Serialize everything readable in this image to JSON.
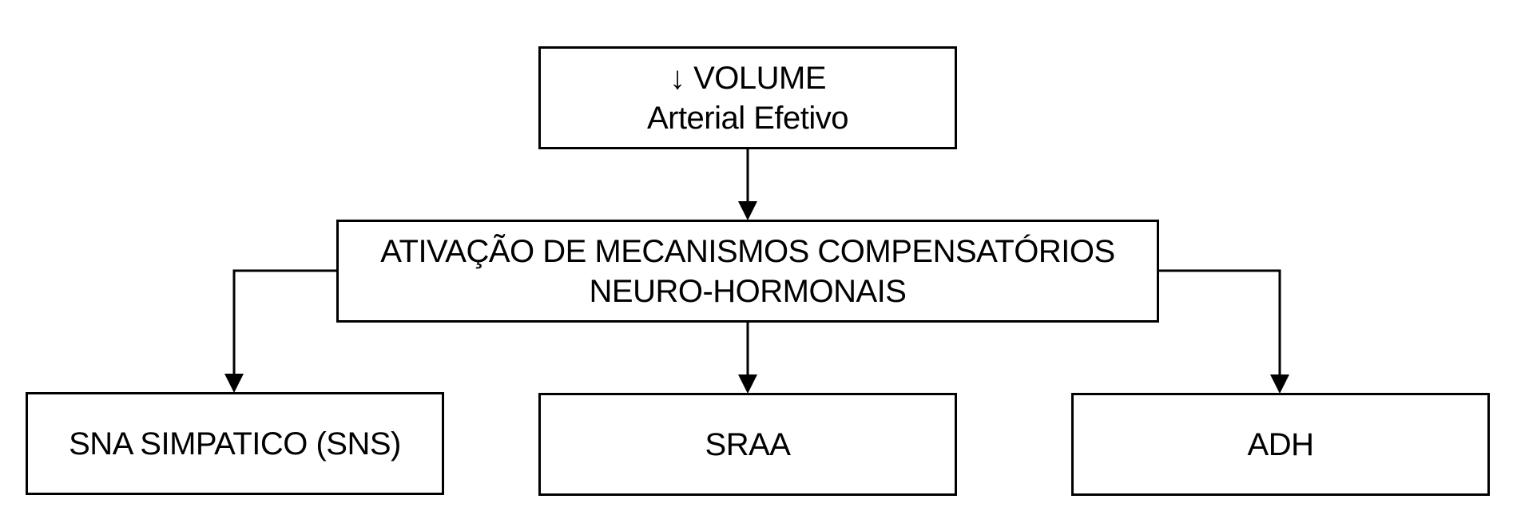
{
  "diagram": {
    "nodes": {
      "top": {
        "line1": "↓ VOLUME",
        "line2": "Arterial Efetivo"
      },
      "mid": {
        "line1": "ATIVAÇÃO DE MECANISMOS COMPENSATÓRIOS",
        "line2": "NEURO-HORMONAIS"
      },
      "sns": {
        "label": "SNA SIMPATICO (SNS)"
      },
      "sraa": {
        "label": "SRAA"
      },
      "adh": {
        "label": "ADH"
      }
    },
    "edges": [
      {
        "from": "top",
        "to": "mid"
      },
      {
        "from": "mid",
        "to": "sns"
      },
      {
        "from": "mid",
        "to": "sraa"
      },
      {
        "from": "mid",
        "to": "adh"
      }
    ],
    "colors": {
      "stroke": "#000000",
      "fill": "#ffffff",
      "text": "#000000"
    }
  }
}
